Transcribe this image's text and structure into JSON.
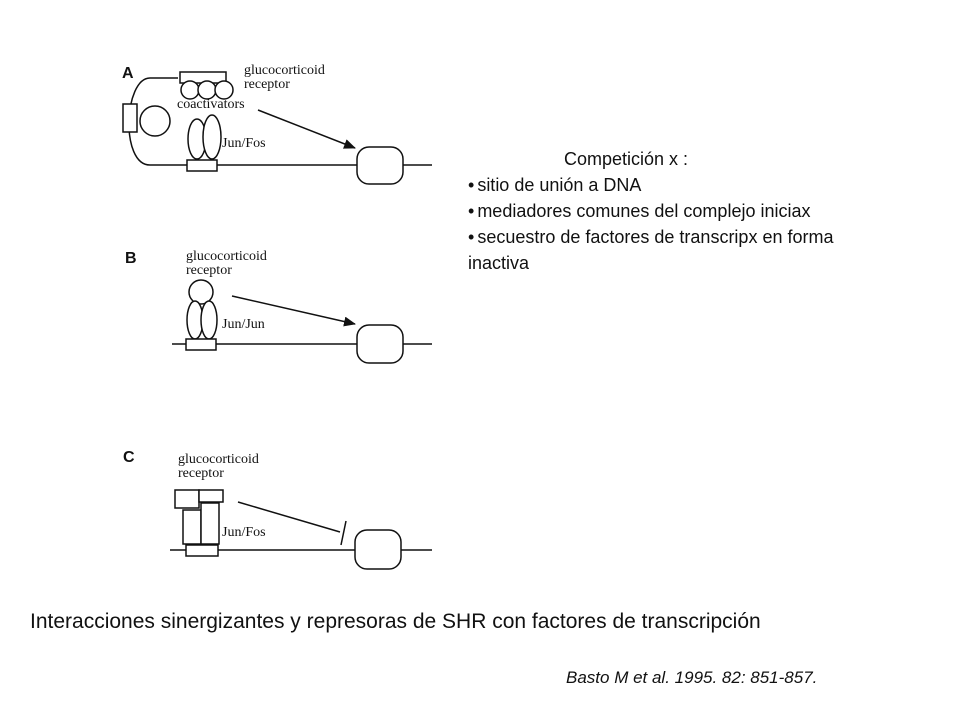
{
  "panels": {
    "a": {
      "letter": "A",
      "receptor_line1": "glucocorticoid",
      "receptor_line2": "receptor",
      "coactivators": "coactivators",
      "partner": "Jun/Fos"
    },
    "b": {
      "letter": "B",
      "receptor_line1": "glucocorticoid",
      "receptor_line2": "receptor",
      "partner": "Jun/Jun"
    },
    "c": {
      "letter": "C",
      "receptor_line1": "glucocorticoid",
      "receptor_line2": "receptor",
      "partner": "Jun/Fos"
    }
  },
  "note": {
    "heading": "Competición x :",
    "items": [
      "sitio de unión a DNA",
      "mediadores comunes del complejo iniciax",
      "secuestro de factores de transcripx en forma"
    ],
    "continuation": "inactiva"
  },
  "caption": "Interacciones sinergizantes y represoras de SHR con factores de transcripción",
  "citation": "Basto M et al.  1995.  82: 851-857."
}
